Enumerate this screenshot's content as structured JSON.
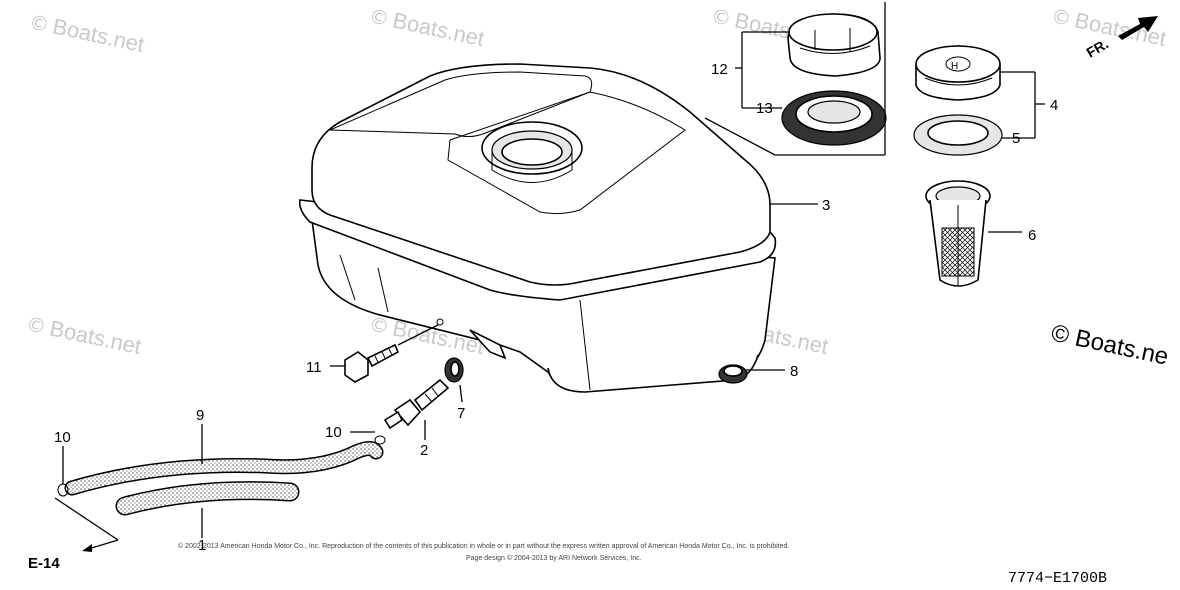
{
  "diagram": {
    "watermark_text": "Boats.net",
    "watermark_symbol": "©",
    "brand_text": "© Boats.ne",
    "direction_label": "FR.",
    "reference_label": "E-14",
    "diagram_code": "7774−E1700B",
    "copyright_lines": [
      "© 2002-2013 American Honda Motor Co., Inc. Reproduction of the contents of this publication in whole or in part without the express written approval of American Honda Motor Co., Inc. is prohibited.",
      "Page design © 2004-2013 by ARI Network Services, Inc."
    ],
    "callouts": [
      {
        "id": "1",
        "part": "fuel tube"
      },
      {
        "id": "2",
        "part": "fuel valve"
      },
      {
        "id": "3",
        "part": "fuel tank"
      },
      {
        "id": "4",
        "part": "fuel filler cap"
      },
      {
        "id": "5",
        "part": "cap gasket"
      },
      {
        "id": "6",
        "part": "fuel strainer"
      },
      {
        "id": "7",
        "part": "washer"
      },
      {
        "id": "8",
        "part": "grommet"
      },
      {
        "id": "9",
        "part": "fuel tube"
      },
      {
        "id": "10",
        "part": "tube clip"
      },
      {
        "id": "11",
        "part": "flange bolt"
      },
      {
        "id": "12",
        "part": "fuel filler cap"
      },
      {
        "id": "13",
        "part": "cap gasket"
      }
    ],
    "labels": {
      "l1": "1",
      "l2": "2",
      "l3": "3",
      "l4": "4",
      "l5": "5",
      "l6": "6",
      "l7": "7",
      "l8": "8",
      "l9": "9",
      "l10a": "10",
      "l10b": "10",
      "l11": "11",
      "l12": "12",
      "l13": "13"
    }
  }
}
